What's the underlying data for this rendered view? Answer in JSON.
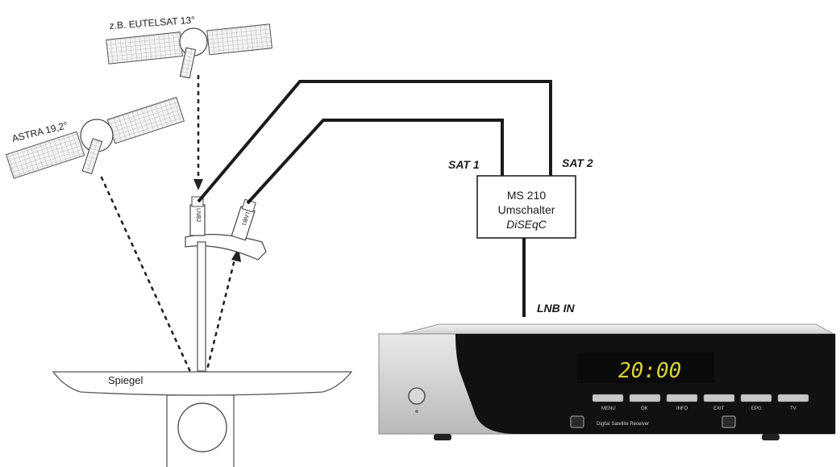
{
  "satellites": [
    {
      "label": "z.B. EUTELSAT 13°"
    },
    {
      "label": "ASTRA 19,2°"
    }
  ],
  "lnbs": [
    {
      "label": "LNB2"
    },
    {
      "label": "LNB1"
    }
  ],
  "switch": {
    "line1": "MS 210",
    "line2": "Umschalter",
    "line3": "DiSEqC"
  },
  "cables": {
    "sat1": "SAT 1",
    "sat2": "SAT 2",
    "lnb_in": "LNB IN"
  },
  "mirror": {
    "label": "Spiegel"
  },
  "receiver": {
    "display": "20:00",
    "buttons": [
      "MENU",
      "OK",
      "INFO",
      "EXIT",
      "EPG",
      "TV"
    ],
    "model_text": "Digital Satellite Receiver"
  },
  "colors": {
    "line": "#222222",
    "receiver_body": "#d4d4d4",
    "receiver_panel": "#111111",
    "display": "#d8d23a"
  }
}
